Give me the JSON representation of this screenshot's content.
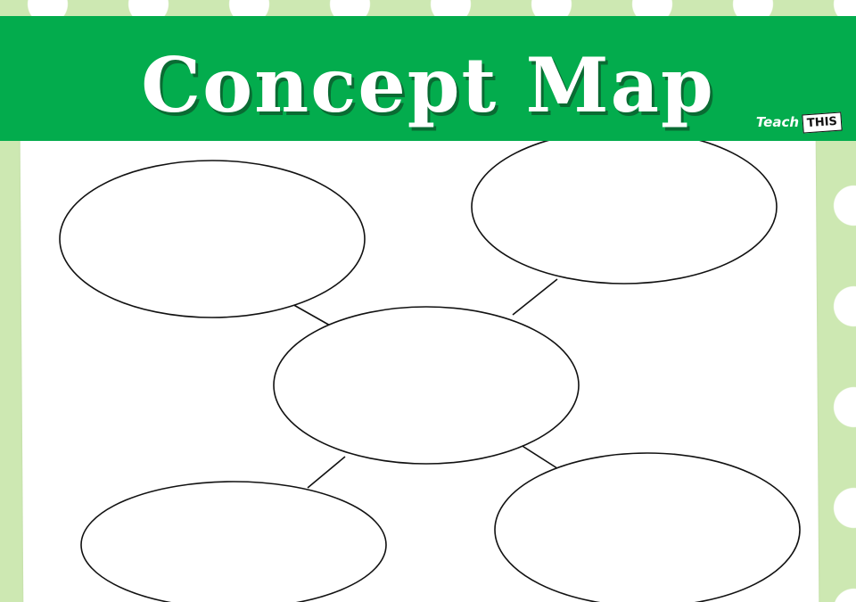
{
  "header": {
    "title": "Concept Map",
    "logo_teach": "Teach",
    "logo_this": "THIS"
  },
  "colors": {
    "banner": "#03ac4d",
    "border_green": "#cde8b2",
    "dots": "#ffffff",
    "title_shadow": "#0a6b33"
  },
  "concept_map": {
    "nodes": [
      {
        "id": "top-left",
        "label": ""
      },
      {
        "id": "top-right",
        "label": ""
      },
      {
        "id": "center",
        "label": ""
      },
      {
        "id": "bottom-left",
        "label": ""
      },
      {
        "id": "bottom-right",
        "label": ""
      }
    ],
    "edges": [
      {
        "from": "center",
        "to": "top-left"
      },
      {
        "from": "center",
        "to": "top-right"
      },
      {
        "from": "center",
        "to": "bottom-left"
      },
      {
        "from": "center",
        "to": "bottom-right"
      }
    ]
  }
}
